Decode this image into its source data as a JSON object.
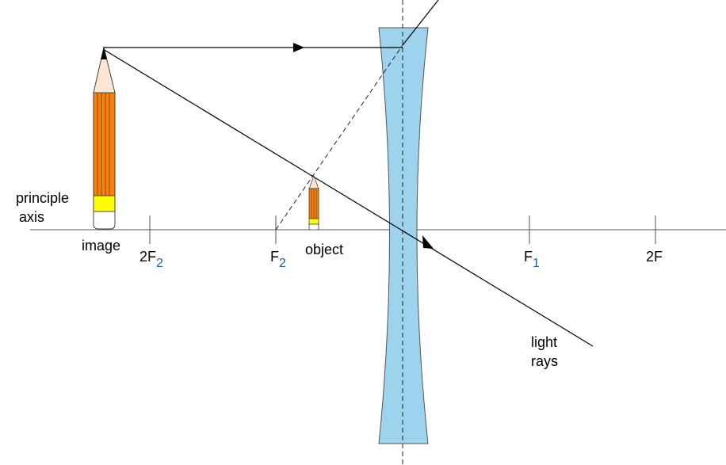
{
  "labels": {
    "axis_line1": "principle",
    "axis_line2": "axis",
    "image": "image",
    "object": "object",
    "rays_line1": "light",
    "rays_line2": "rays"
  },
  "focal_points": [
    {
      "main": "2F",
      "sub": "2"
    },
    {
      "main": "F",
      "sub": "2"
    },
    {
      "main": "F",
      "sub": "1"
    },
    {
      "main": "2F",
      "sub": ""
    }
  ],
  "colors": {
    "lens_fill": "#9dd3ec",
    "pencil_body": "#ff7f00",
    "pencil_band": "#ffff00",
    "pencil_tip": "#fde6d4",
    "subscript": "#1f5fa8",
    "line": "#000000"
  }
}
